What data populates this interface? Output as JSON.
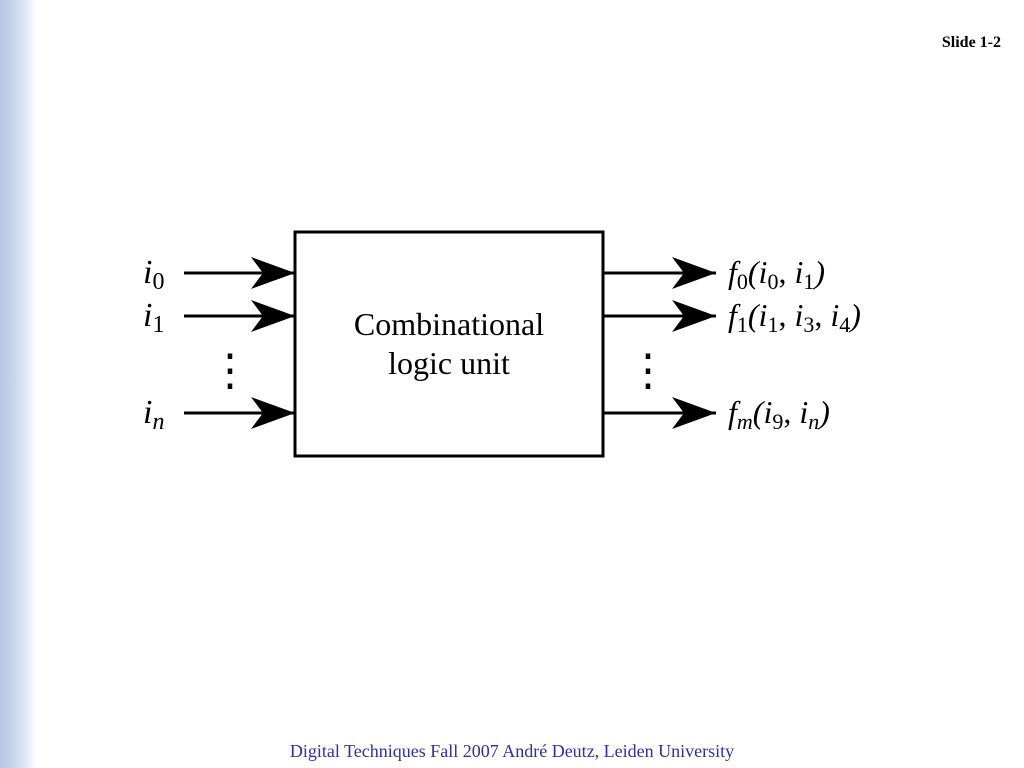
{
  "slide": {
    "number": "Slide 1-2",
    "footer": "Digital Techniques Fall 2007 André Deutz, Leiden University"
  },
  "diagram": {
    "block": {
      "line1": "Combinational",
      "line2": "logic unit"
    },
    "inputs": [
      {
        "base": "i",
        "sub": "0"
      },
      {
        "base": "i",
        "sub": "1"
      },
      {
        "base": "i",
        "sub": "n"
      }
    ],
    "outputs": [
      {
        "f": "f",
        "fsub": "0",
        "args": [
          {
            "base": "i",
            "sub": "0"
          },
          {
            "base": "i",
            "sub": "1"
          }
        ]
      },
      {
        "f": "f",
        "fsub": "1",
        "args": [
          {
            "base": "i",
            "sub": "1"
          },
          {
            "base": "i",
            "sub": "3"
          },
          {
            "base": "i",
            "sub": "4"
          }
        ]
      },
      {
        "f": "f",
        "fsub": "m",
        "args": [
          {
            "base": "i",
            "sub": "9"
          },
          {
            "base": "i",
            "sub": "n"
          }
        ]
      }
    ],
    "punct": {
      "open": "(",
      "close": ")",
      "comma": ", "
    },
    "ellipsis": "⋮",
    "colors": {
      "stroke": "#000000",
      "footer": "#2a2fb0"
    }
  }
}
